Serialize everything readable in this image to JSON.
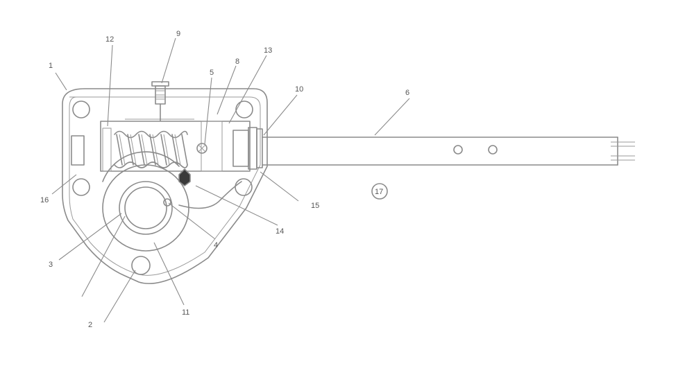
{
  "diagram": {
    "callouts": {
      "c1": "1",
      "c2": "2",
      "c3": "3",
      "c4": "4",
      "c5": "5",
      "c6": "6",
      "c8": "8",
      "c9": "9",
      "c10": "10",
      "c11": "11",
      "c12": "12",
      "c13": "13",
      "c14": "14",
      "c15": "15",
      "c16": "16",
      "c17": "17"
    },
    "colors": {
      "line": "#8a8a8a",
      "text": "#555555",
      "background": "#ffffff"
    }
  }
}
